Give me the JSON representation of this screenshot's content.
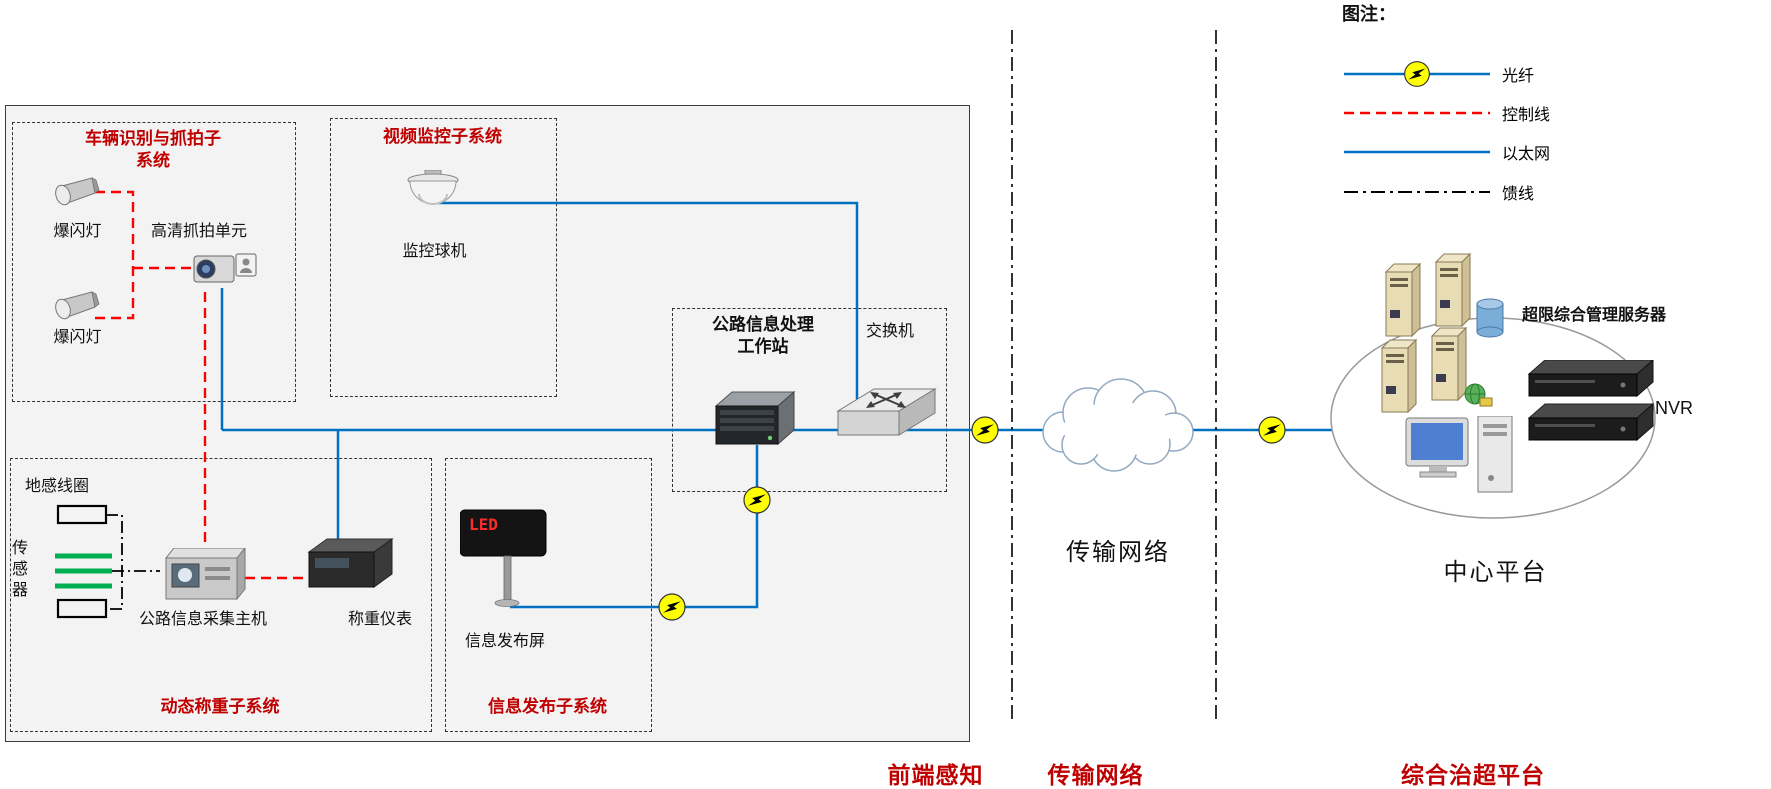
{
  "legend": {
    "title": "图注：",
    "fiber_label": "光纤",
    "control_label": "控制线",
    "ethernet_label": "以太网",
    "feeder_label": "馈线"
  },
  "front_end": {
    "capture": {
      "title1": "车辆识别与抓拍子",
      "title2": "系统",
      "strobe_top_label": "爆闪灯",
      "strobe_bottom_label": "爆闪灯",
      "camera_label": "高清抓拍单元"
    },
    "video": {
      "title": "视频监控子系统",
      "dome_label": "监控球机"
    },
    "weighing": {
      "title": "动态称重子系统",
      "coil_label": "地感线圈",
      "sensor_label": "传感器",
      "host_label": "公路信息采集主机",
      "meter_label": "称重仪表"
    },
    "publish": {
      "title": "信息发布子系统",
      "led_text": "LED",
      "screen_label": "信息发布屏"
    },
    "processing": {
      "title1": "公路信息处理",
      "title2": "工作站",
      "switch_label": "交换机"
    }
  },
  "transmission": {
    "cloud_zone_label": "传输网络"
  },
  "platform": {
    "server_label": "超限综合管理服务器",
    "nvr_label": "NVR",
    "center_label": "中心平台"
  },
  "zones": {
    "front_label": "前端感知",
    "network_label": "传输网络",
    "platform_label": "综合治超平台"
  },
  "colors": {
    "ethernet_blue": "#0070C0",
    "control_red": "#FF0000",
    "title_red": "#C00000",
    "fiber_node_yellow": "#FFFF00",
    "sensor_green": "#00B050"
  }
}
